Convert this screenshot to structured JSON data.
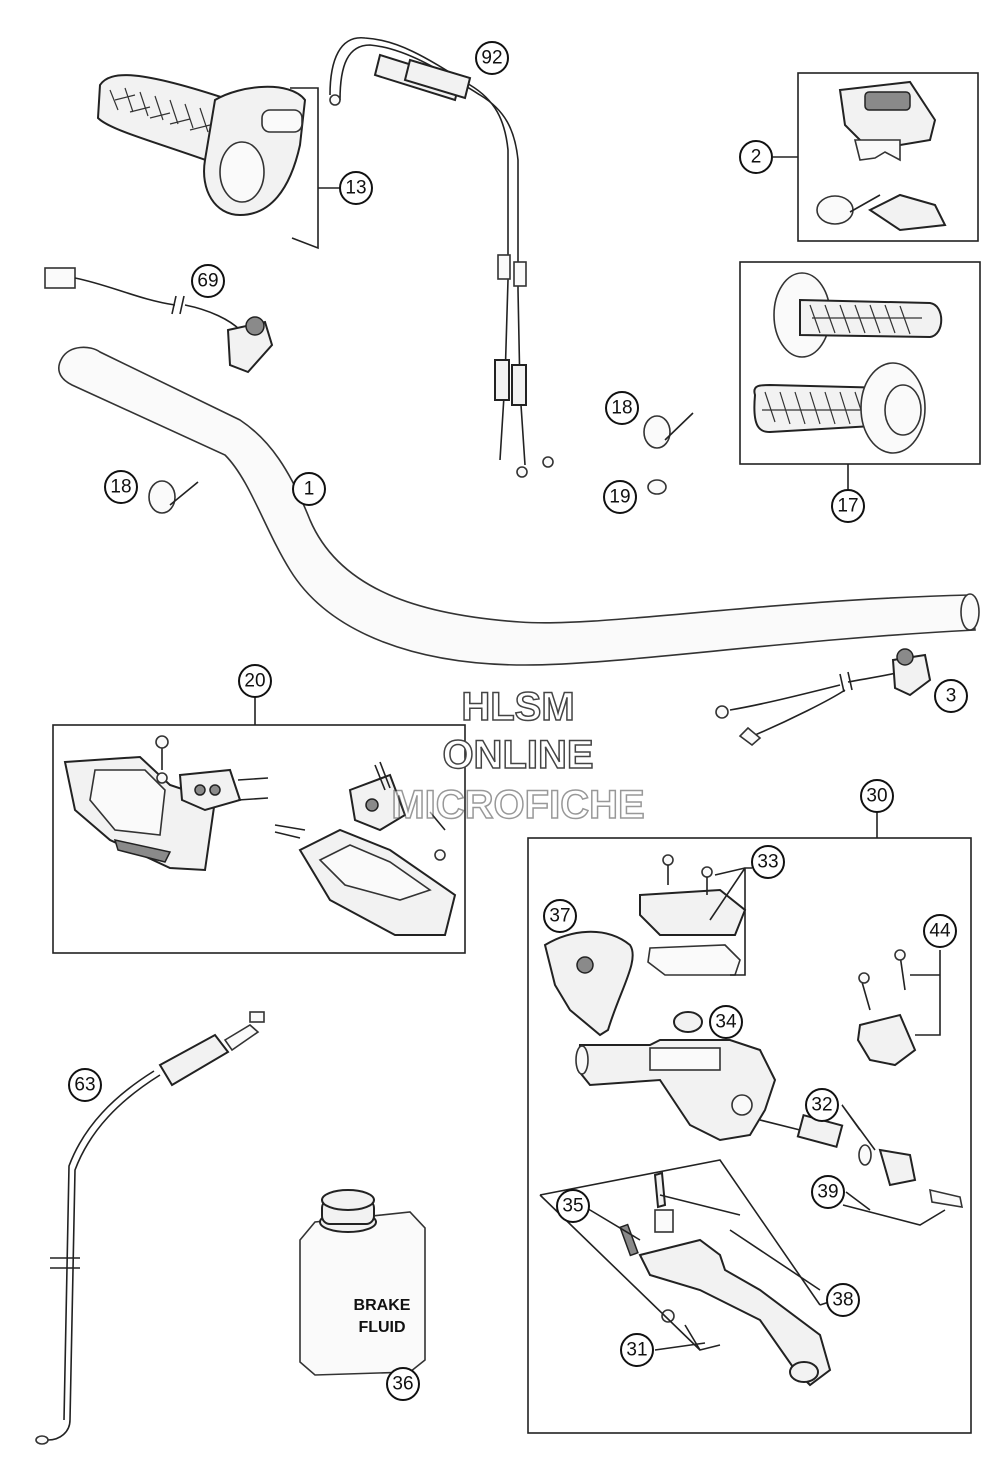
{
  "watermark": {
    "line1": "HLSM",
    "line2": "ONLINE",
    "line3": "MICROFICHE"
  },
  "brake_fluid_label": {
    "line1": "BRAKE",
    "line2": "FLUID"
  },
  "callouts": {
    "c92": "92",
    "c13": "13",
    "c2": "2",
    "c69": "69",
    "c17": "17",
    "c18a": "18",
    "c18b": "18",
    "c19": "19",
    "c1": "1",
    "c20": "20",
    "c3": "3",
    "c30": "30",
    "c33": "33",
    "c37": "37",
    "c44": "44",
    "c34": "34",
    "c63": "63",
    "c32": "32",
    "c39": "39",
    "c35": "35",
    "c38": "38",
    "c31": "31",
    "c36": "36"
  }
}
